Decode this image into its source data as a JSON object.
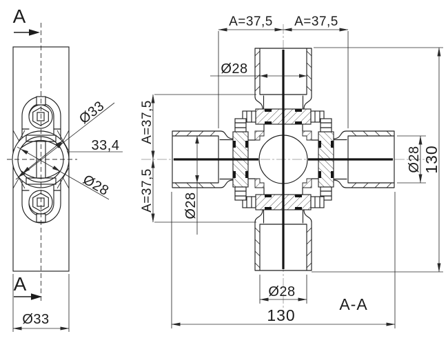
{
  "drawing": {
    "side_view": {
      "cut_letter_top": "A",
      "cut_letter_bottom": "A",
      "face_outer_dia": "Ø33",
      "face_bore_dia": "Ø28",
      "cross_width": "33,4",
      "tube_dia": "Ø33"
    },
    "section_view": {
      "section_label": "A-A",
      "insert_depth_top_left": "A=37,5",
      "insert_depth_top_right": "A=37,5",
      "insert_depth_left_upper": "A=37,5",
      "insert_depth_left_lower": "A=37,5",
      "bore_top": "Ø28",
      "bore_left": "Ø28",
      "bore_bottom": "Ø28",
      "bore_right": "Ø28",
      "overall_height": "130",
      "overall_width": "130"
    },
    "colors": {
      "line": "#1f1f1f",
      "dimension": "#2a2a2a",
      "centerline": "#8f8f8f",
      "background": "#ffffff"
    }
  }
}
